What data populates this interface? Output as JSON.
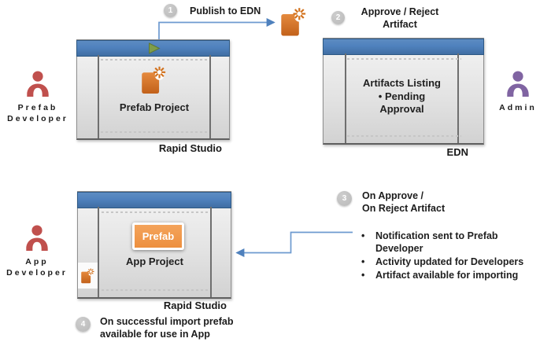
{
  "glyphs": {
    "bullet": "•"
  },
  "palette": {
    "titlebar_blue": "#4F81BD",
    "connector_blue": "#6D9AD0",
    "arrowhead_blue": "#4F81BD",
    "artifact_orange": "#D9731F",
    "prefab_button_orange": "#F09A50",
    "developer_red": "#C0504D",
    "admin_purple": "#8064A2",
    "step_circle_gray": "#C0C0C0",
    "play_green": "#7F9D49"
  },
  "actors": {
    "prefab_developer": {
      "line1": "Prefab",
      "line2": "Developer"
    },
    "admin": {
      "line1": "Admin"
    },
    "app_developer": {
      "line1": "App",
      "line2": "Developer"
    }
  },
  "steps": {
    "step1": {
      "number": "1",
      "text": "Publish to EDN"
    },
    "step2": {
      "number": "2",
      "line1": "Approve / Reject",
      "line2": "Artifact"
    },
    "step3": {
      "number": "3",
      "line1": "On Approve /",
      "line2": "On Reject Artifact"
    },
    "step4": {
      "number": "4",
      "line1": "On successful import prefab",
      "line2": "available for use in App"
    }
  },
  "windows": {
    "prefab_studio": {
      "caption": "Rapid Studio",
      "project": "Prefab Project"
    },
    "edn": {
      "caption": "EDN",
      "listing_title": "Artifacts Listing",
      "listing_item": "Pending Approval"
    },
    "app_studio": {
      "caption": "Rapid Studio",
      "project": "App Project",
      "button_label": "Prefab"
    }
  },
  "outcomes": [
    "Notification sent to Prefab Developer",
    "Activity updated for Developers",
    "Artifact available for importing"
  ]
}
